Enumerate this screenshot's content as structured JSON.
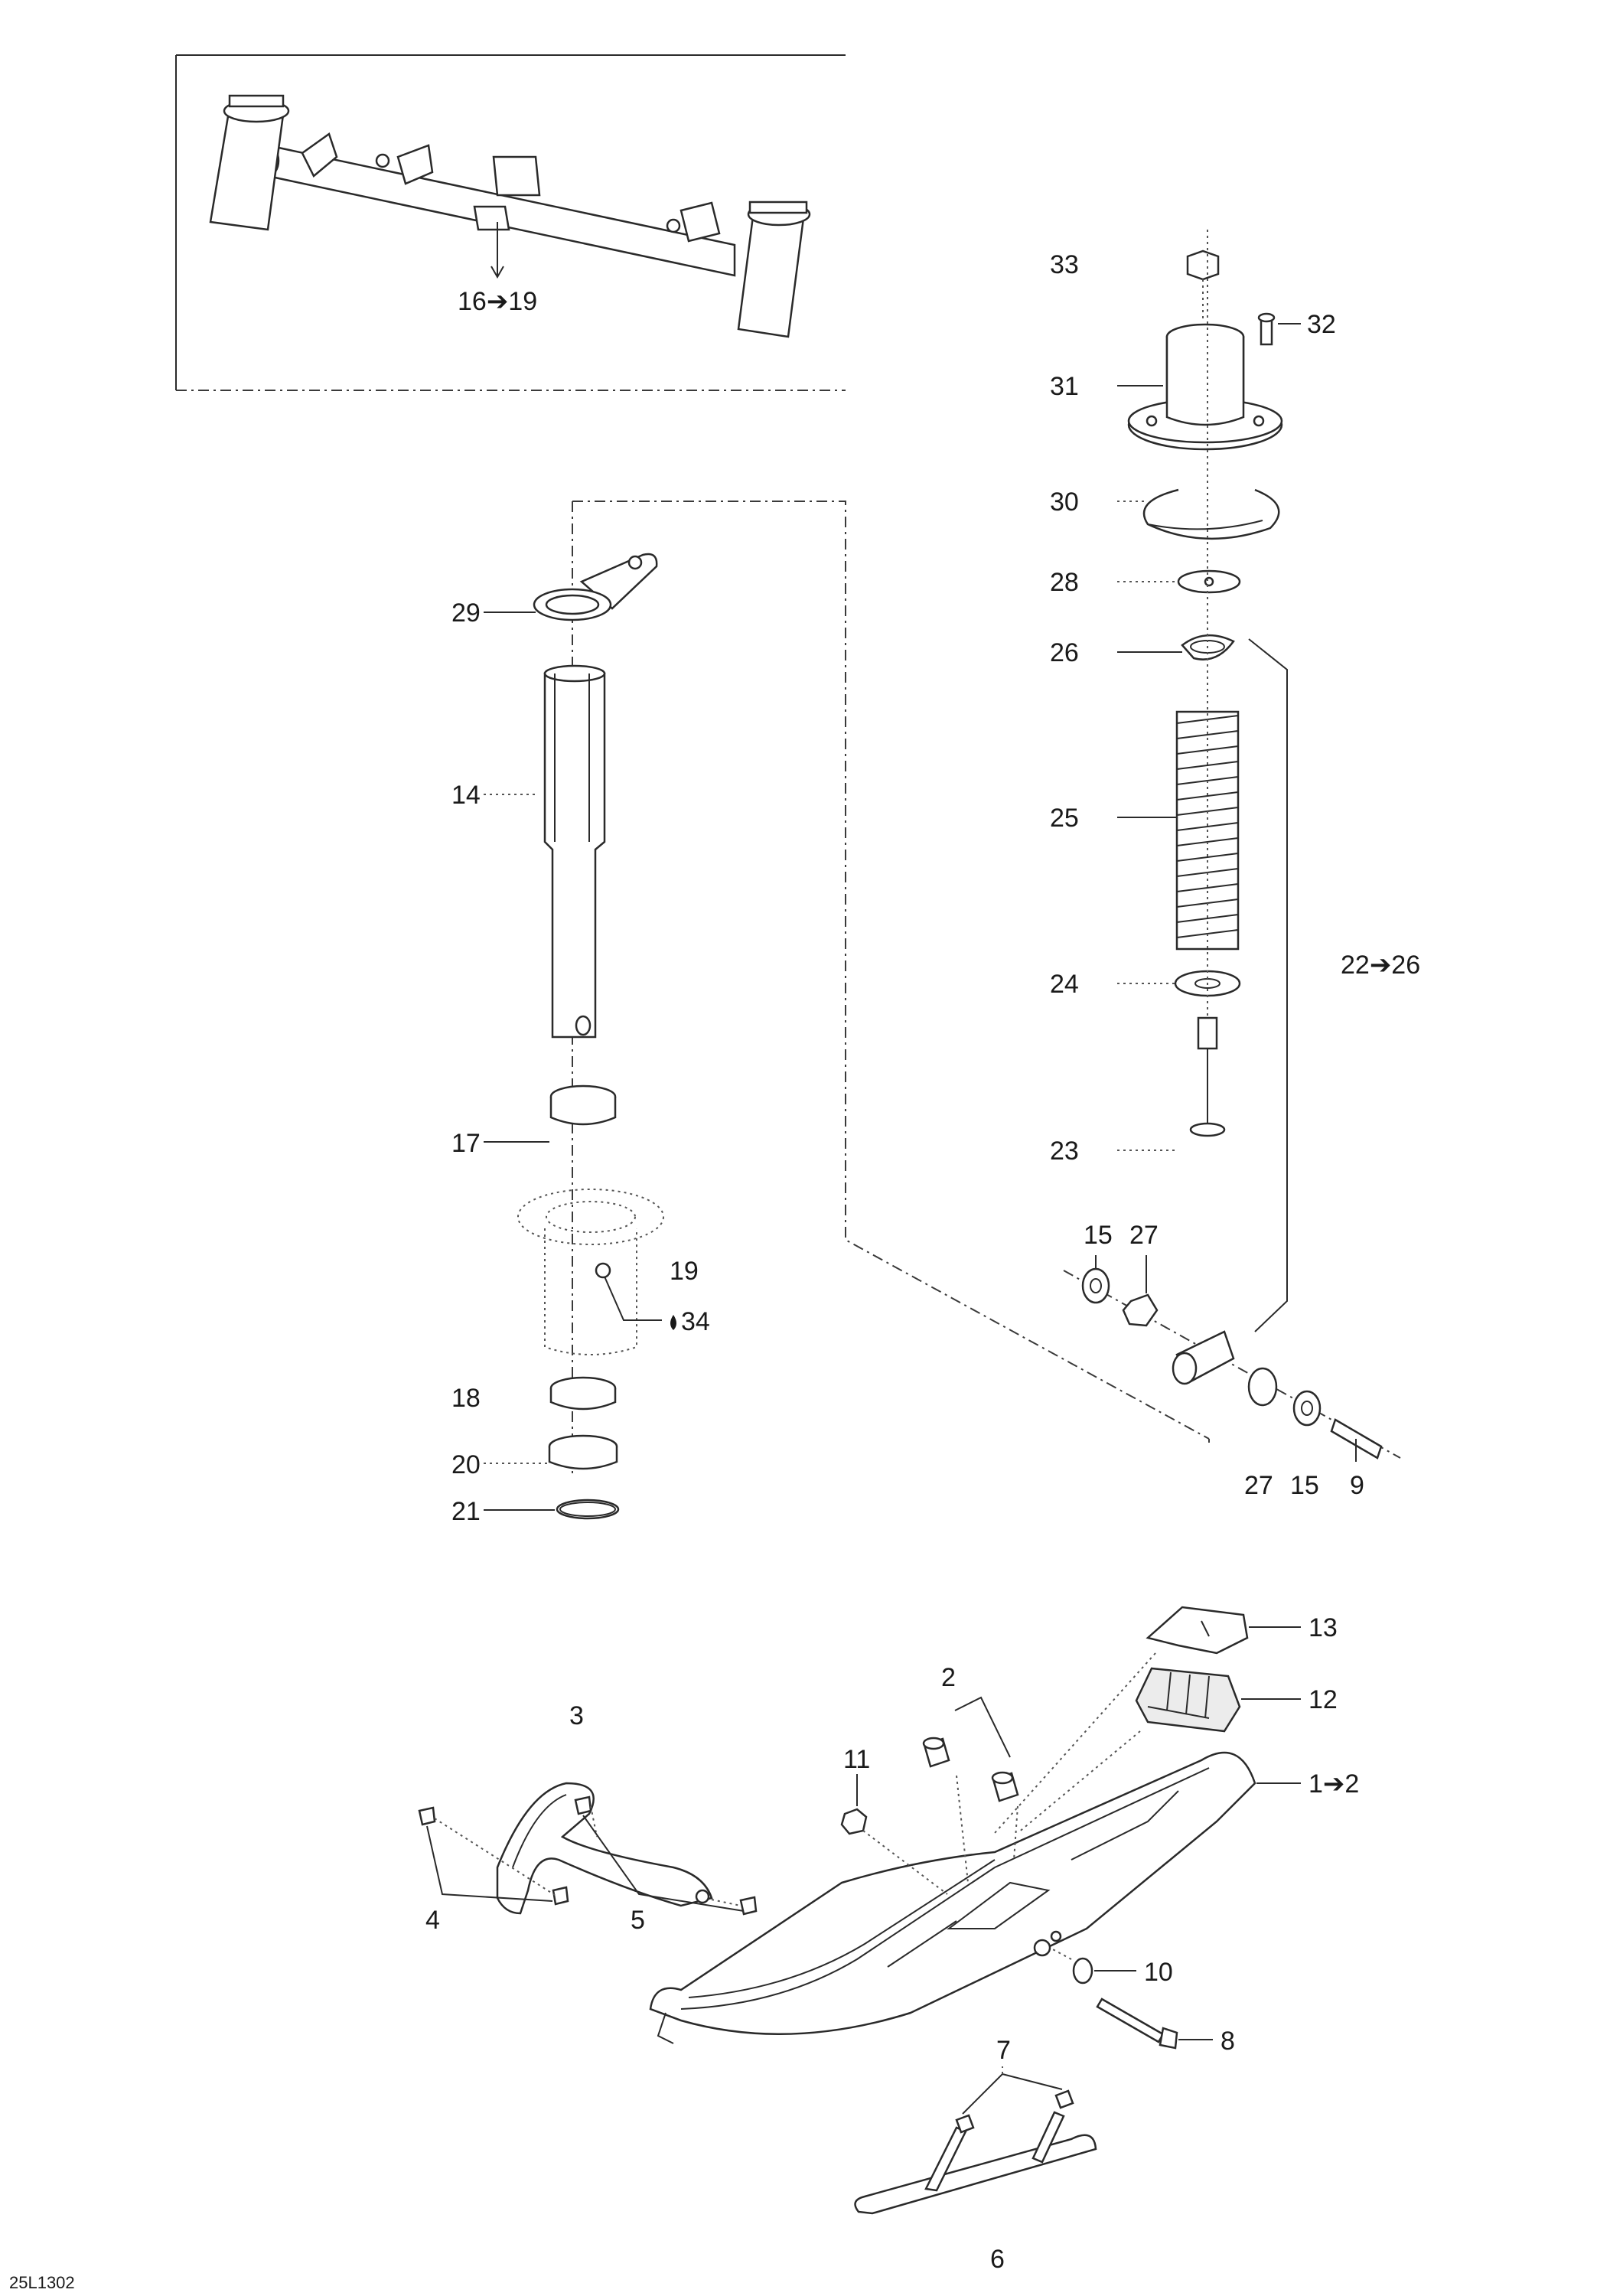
{
  "diagram": {
    "code": "25L1302",
    "labels": {
      "l16_19": "16➔19",
      "l33": "33",
      "l32": "32",
      "l31": "31",
      "l30": "30",
      "l28": "28",
      "l26": "26",
      "l25": "25",
      "l22_26": "22➔26",
      "l24": "24",
      "l23": "23",
      "l29": "29",
      "l14": "14",
      "l17": "17",
      "l19": "19",
      "l34": "34",
      "l18": "18",
      "l20": "20",
      "l21": "21",
      "l15a": "15",
      "l27a": "27",
      "l27b": "27",
      "l15b": "15",
      "l9": "9",
      "l13": "13",
      "l12": "12",
      "l2": "2",
      "l11": "11",
      "l3": "3",
      "l1_2": "1➔2",
      "l4": "4",
      "l5": "5",
      "l10": "10",
      "l8": "8",
      "l7": "7",
      "l6": "6"
    },
    "icons": [
      "arrow-icon",
      "glue-drop-icon"
    ]
  }
}
